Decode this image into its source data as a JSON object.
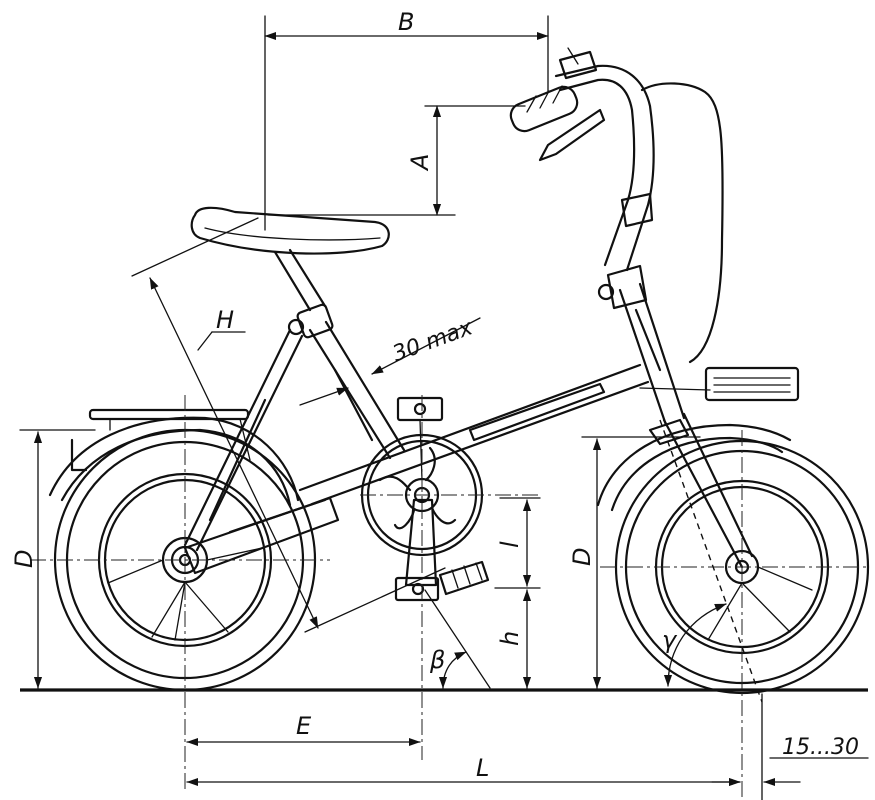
{
  "dimension_labels": {
    "B": "B",
    "A": "A",
    "H": "H",
    "max30": "30 max",
    "D_rear": "D",
    "D_front": "D",
    "l": "l",
    "h": "h",
    "beta": "β",
    "gamma": "γ",
    "E": "E",
    "L": "L",
    "offset": "15...30"
  }
}
